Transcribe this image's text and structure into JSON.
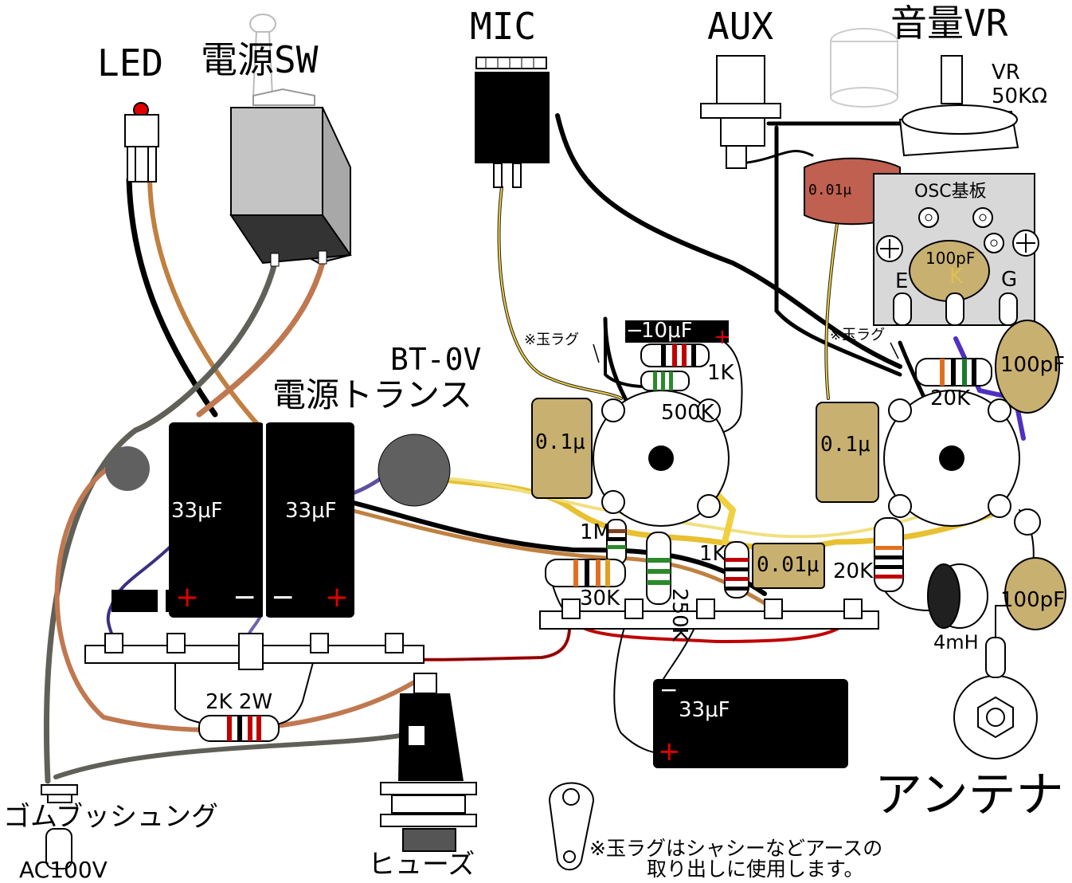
{
  "labels": {
    "led": "LED",
    "power_sw": "電源SW",
    "mic": "MIC",
    "aux": "AUX",
    "volume_vr": "音量VR",
    "vr_name": "VR",
    "vr_value": "50KΩ",
    "osc_board": "OSC基板",
    "osc_pin_e": "E",
    "osc_pin_k": "K",
    "osc_pin_g": "G",
    "osc_cap": "100pF",
    "cap_001_top": "0.01μ",
    "tama_lug_left": "※玉ラグ",
    "tama_lug_right": "※玉ラグ",
    "cap_10u": "10μF",
    "res_1k_top": "1K",
    "res_500k": "500K",
    "res_20k_top": "20K",
    "cap_100pf_right": "100pF",
    "bt_0v": "BT-0V",
    "power_trans": "電源トランス",
    "cap_01_left": "0.1μ",
    "cap_01_right": "0.1μ",
    "cap_33u_left": "33μF",
    "cap_33u_mid": "33μF",
    "cap_33u_bottom": "33μF",
    "res_1m": "1M",
    "res_1k_mid": "1K",
    "cap_001_mid": "0.01μ",
    "res_20k_mid": "20K",
    "res_30k": "30K",
    "res_250k": "250K",
    "cap_100pf_low": "100pF",
    "coil_4mh": "4mH",
    "res_2k2w": "2K 2W",
    "antenna": "アンテナ",
    "rubber_bushing": "ゴムブッシュング",
    "ac100v": "AC100V",
    "fuse": "ヒューズ",
    "note_line1": "※玉ラグはシャシーなどアースの",
    "note_line2": "取り出しに使用します。",
    "plus": "+",
    "minus": "−"
  },
  "colors": {
    "cap_film": "#c8b070",
    "cap_red": "#c06050",
    "wire_black": "#000000",
    "wire_brown": "#c07850",
    "wire_gray": "#606058",
    "wire_yellow": "#f0d040",
    "wire_red": "#c00000",
    "wire_blue": "#6050a0",
    "switch_gray": "#b0b0b0",
    "osc_board": "#d8d8d8"
  }
}
